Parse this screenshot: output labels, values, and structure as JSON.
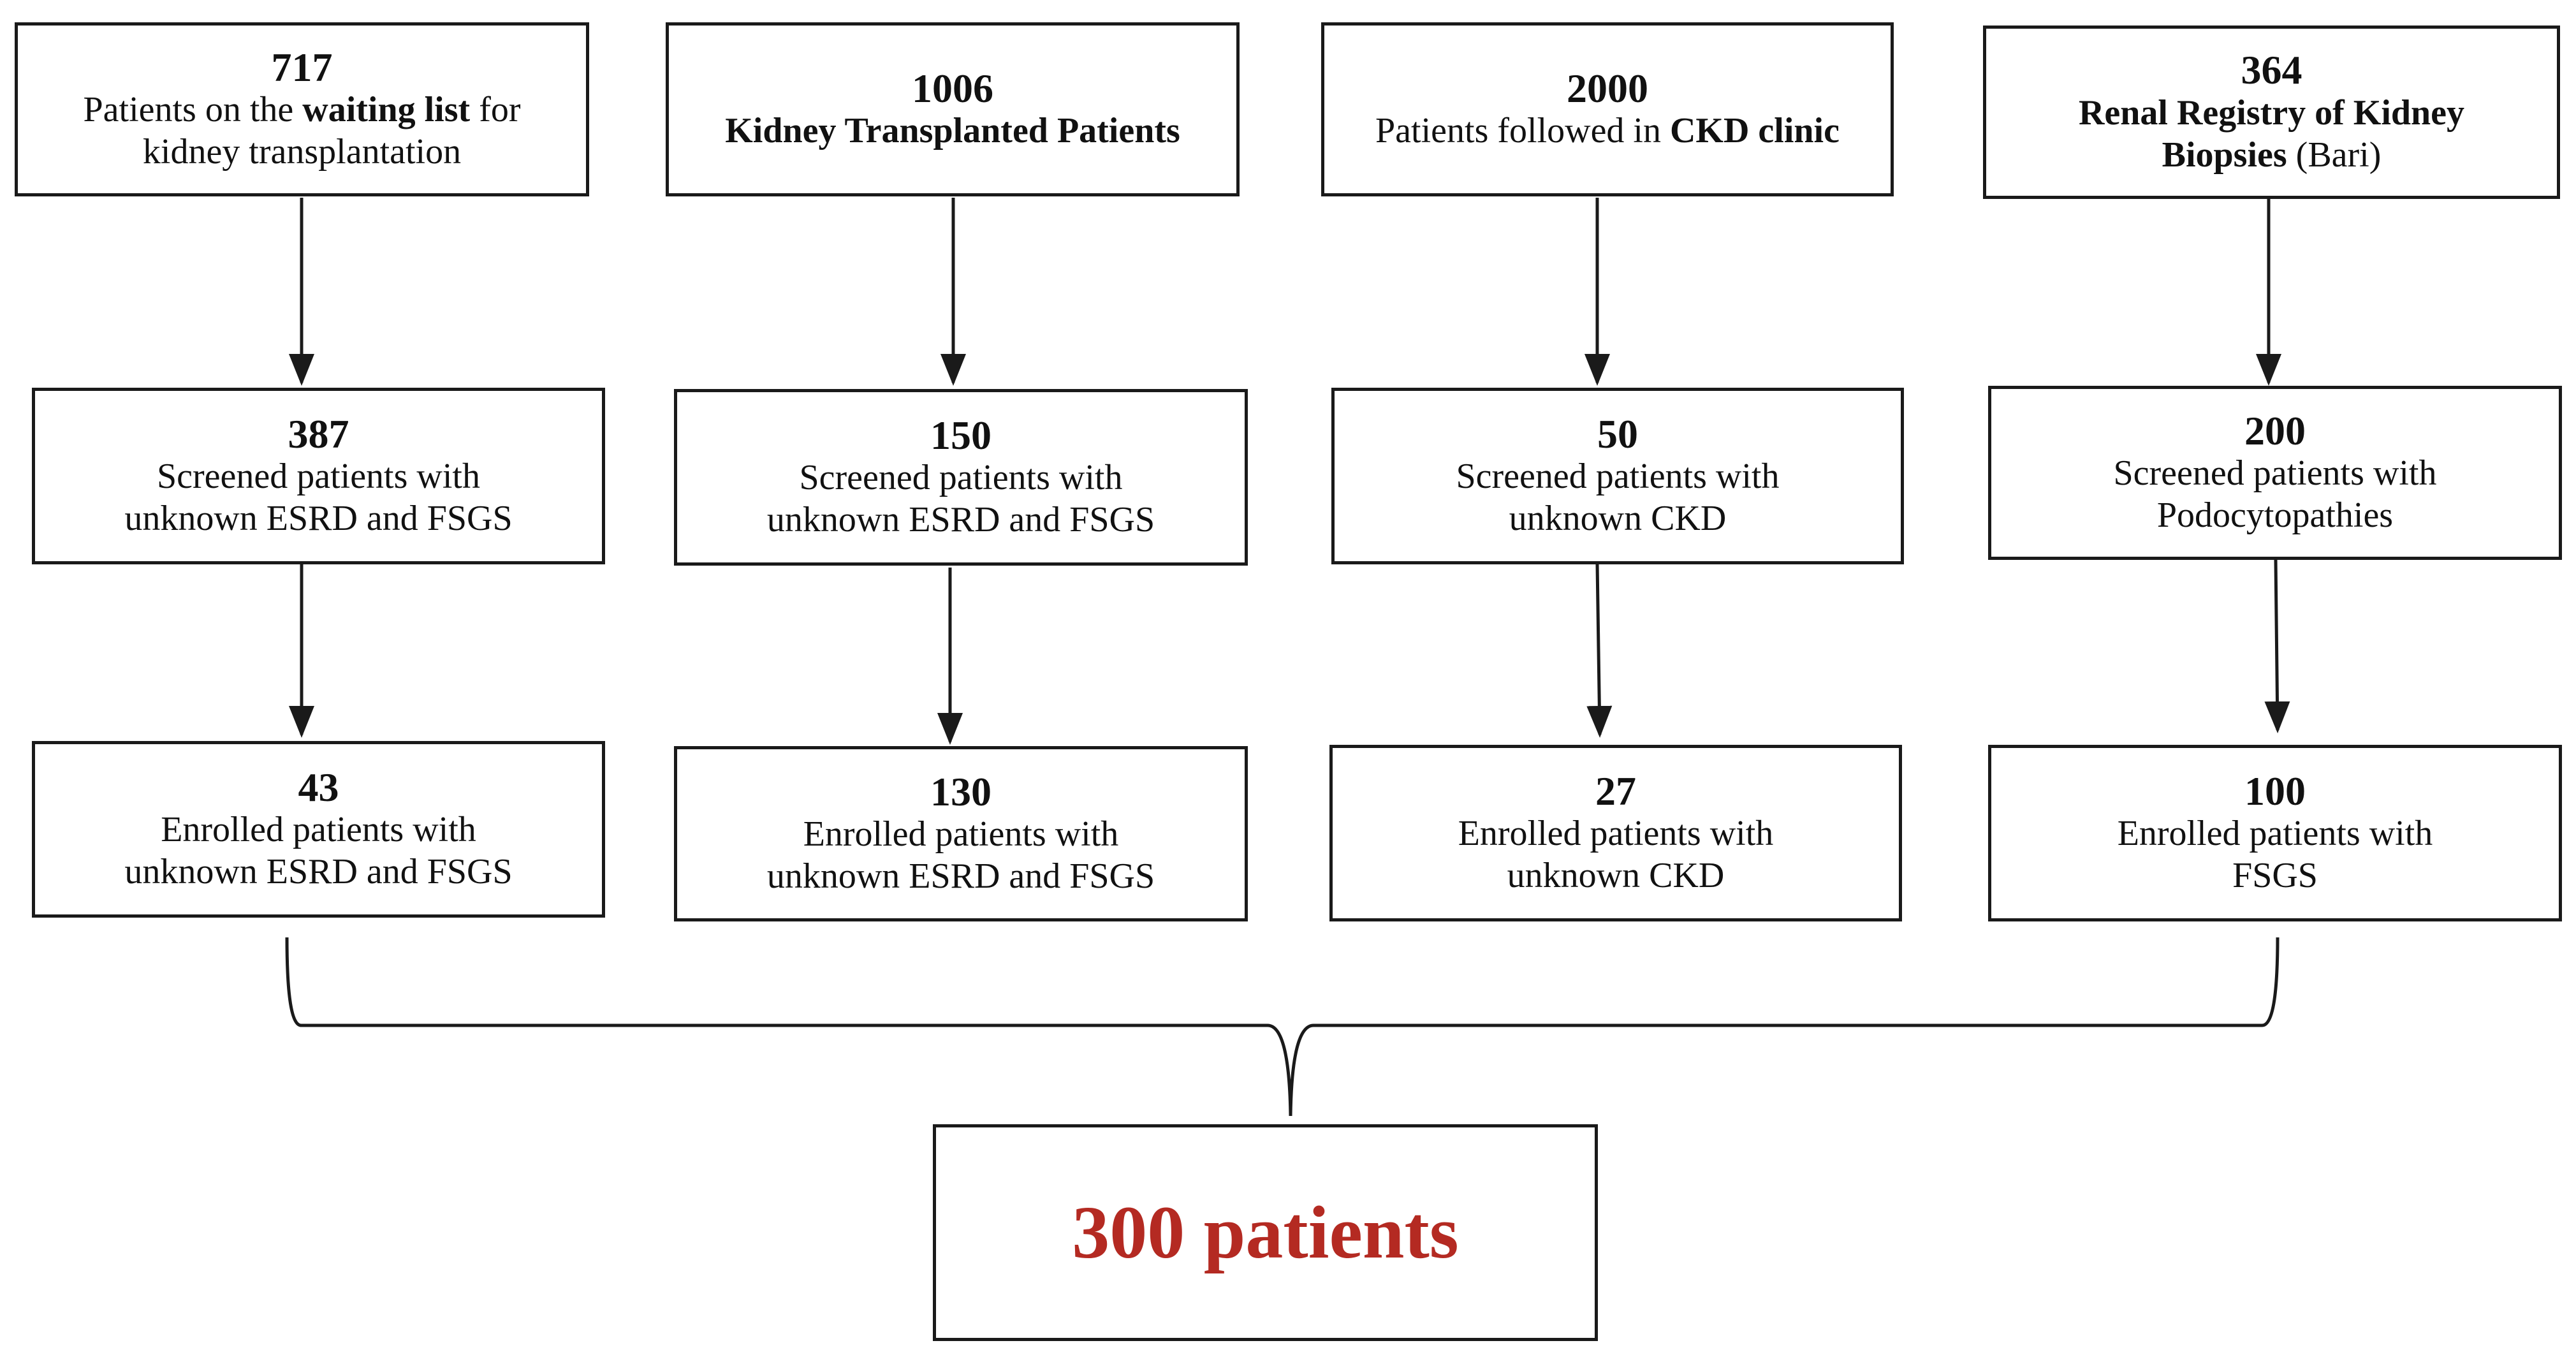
{
  "colors": {
    "total_text": "#b42a22",
    "stroke": "#1a1a1a"
  },
  "columns": [
    {
      "source": {
        "count": "717",
        "line1": [
          {
            "text": "Patients on the ",
            "bold": false
          },
          {
            "text": "waiting list",
            "bold": true
          },
          {
            "text": " for",
            "bold": false
          }
        ],
        "line2": [
          {
            "text": "kidney transplantation",
            "bold": false
          }
        ]
      },
      "screened": {
        "count": "387",
        "line1": "Screened patients with",
        "line2": "unknown ESRD and FSGS"
      },
      "enrolled": {
        "count": "43",
        "line1": "Enrolled patients with",
        "line2": "unknown ESRD and FSGS"
      }
    },
    {
      "source": {
        "count": "1006",
        "line1": [
          {
            "text": "Kidney Transplanted Patients",
            "bold": true
          }
        ],
        "line2": []
      },
      "screened": {
        "count": "150",
        "line1": "Screened patients with",
        "line2": "unknown ESRD and FSGS"
      },
      "enrolled": {
        "count": "130",
        "line1": "Enrolled patients with",
        "line2": "unknown ESRD and FSGS"
      }
    },
    {
      "source": {
        "count": "2000",
        "line1": [
          {
            "text": "Patients followed in ",
            "bold": false
          },
          {
            "text": "CKD clinic",
            "bold": true
          }
        ],
        "line2": []
      },
      "screened": {
        "count": "50",
        "line1": "Screened patients with",
        "line2": "unknown CKD"
      },
      "enrolled": {
        "count": "27",
        "line1": "Enrolled patients with",
        "line2": "unknown CKD"
      }
    },
    {
      "source": {
        "count": "364",
        "line1": [
          {
            "text": "Renal Registry of  Kidney",
            "bold": true
          }
        ],
        "line2": [
          {
            "text": "Biopsies",
            "bold": true
          },
          {
            "text": " (Bari)",
            "bold": false
          }
        ]
      },
      "screened": {
        "count": "200",
        "line1": "Screened patients with",
        "line2": "Podocytopathies"
      },
      "enrolled": {
        "count": "100",
        "line1": "Enrolled patients with",
        "line2": "FSGS"
      }
    }
  ],
  "total": {
    "label": "300 patients"
  }
}
